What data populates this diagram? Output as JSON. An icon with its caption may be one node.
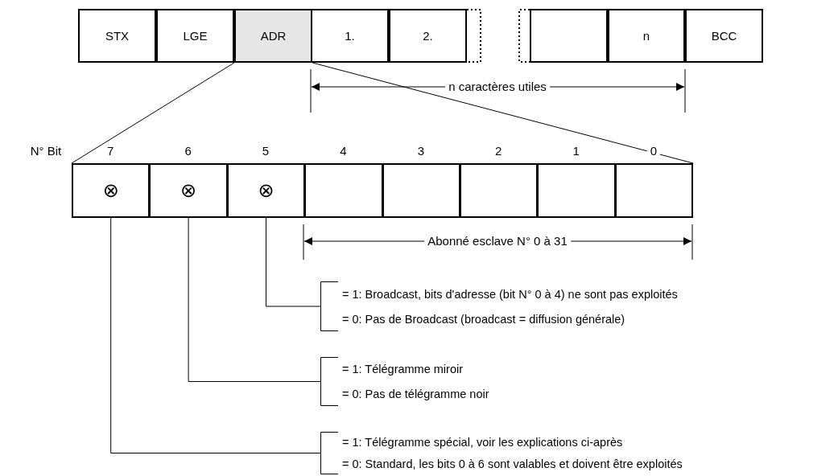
{
  "diagram": {
    "nodes": [
      {
        "text": [
          "STX"
        ]
      },
      {
        "text": [
          "LGE"
        ]
      },
      {
        "text": [
          "ADR"
        ]
      },
      {
        "text": [
          "1."
        ]
      },
      {
        "text": [
          "2."
        ]
      },
      {
        "text": [],
        "shape": "box"
      },
      {
        "text": [
          "n"
        ]
      },
      {
        "text": [
          "BCC"
        ]
      },
      {
        "text": [
          "⊗"
        ]
      },
      {
        "text": [
          "⊗"
        ]
      },
      {
        "text": [
          "⊗"
        ]
      },
      {
        "text": [],
        "shape": "box"
      },
      {
        "text": [],
        "shape": "box"
      },
      {
        "text": [],
        "shape": "box"
      },
      {
        "text": [],
        "shape": "box"
      },
      {
        "text": [],
        "shape": "box"
      },
      {
        "text": [
          "= 1: Broadcast, bits d'adresse (bit N° 0 à 4) ne sont pas exploités",
          "= 0: Pas de Broadcast (broadcast = diffusion générale)"
        ]
      },
      {
        "text": [
          "= 1: Télégramme miroir",
          "= 0: Pas de télégramme noir"
        ]
      },
      {
        "text": [
          "= 1: Télégramme spécial, voir les explications ci-après",
          "= 0: Standard, les bits 0 à 6 sont valables et doivent être exploités"
        ]
      }
    ],
    "edges": [
      {
        "from": 2,
        "to": 8,
        "arrow": "none"
      },
      {
        "from": 2,
        "to": 15,
        "arrow": "none"
      },
      {
        "from": 10,
        "to": 16,
        "arrow": "none"
      },
      {
        "from": 9,
        "to": 17,
        "arrow": "none"
      },
      {
        "from": 8,
        "to": 18,
        "arrow": "none"
      }
    ],
    "labels": [
      "n caractères utiles",
      "N° Bit",
      "7",
      "6",
      "5",
      "4",
      "3",
      "2",
      "1",
      "0",
      "Abonné esclave N° 0 à 31"
    ]
  }
}
